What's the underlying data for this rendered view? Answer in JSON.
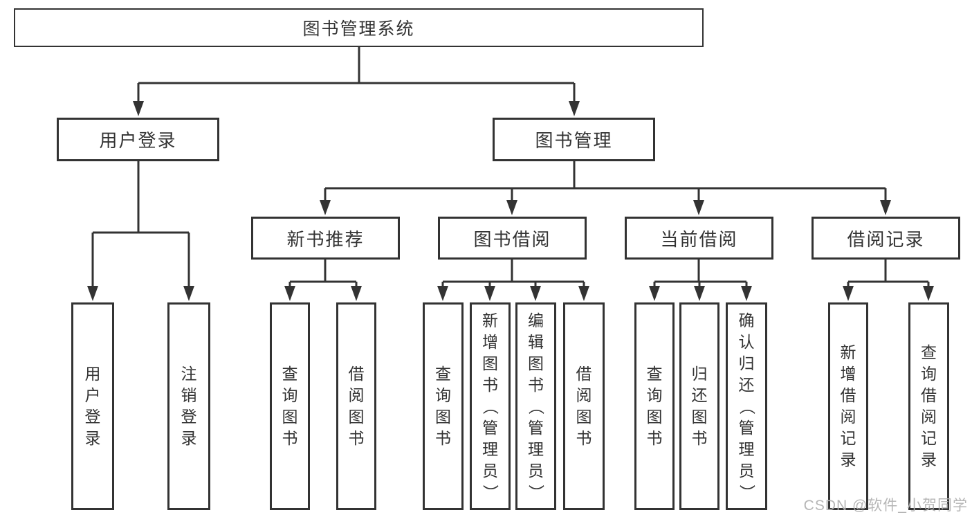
{
  "tree": {
    "root": "图书管理系统",
    "user_login": {
      "label": "用户登录",
      "children": [
        "用户登录",
        "注销登录"
      ]
    },
    "book_mgmt": {
      "label": "图书管理",
      "sections": {
        "new_book": {
          "label": "新书推荐",
          "children": [
            "查询图书",
            "借阅图书"
          ]
        },
        "borrow": {
          "label": "图书借阅",
          "children": [
            "查询图书",
            "新增图书（管理员）",
            "编辑图书（管理员）",
            "借阅图书"
          ]
        },
        "current": {
          "label": "当前借阅",
          "children": [
            "查询图书",
            "归还图书",
            "确认归还（管理员）"
          ]
        },
        "records": {
          "label": "借阅记录",
          "children": [
            "新增借阅记录",
            "查询借阅记录"
          ]
        }
      }
    }
  },
  "watermark": "CSDN @软件_小贺同学",
  "colors": {
    "line": "#333333",
    "text": "#333333",
    "background": "#ffffff",
    "watermark": "#b2b2b2"
  }
}
